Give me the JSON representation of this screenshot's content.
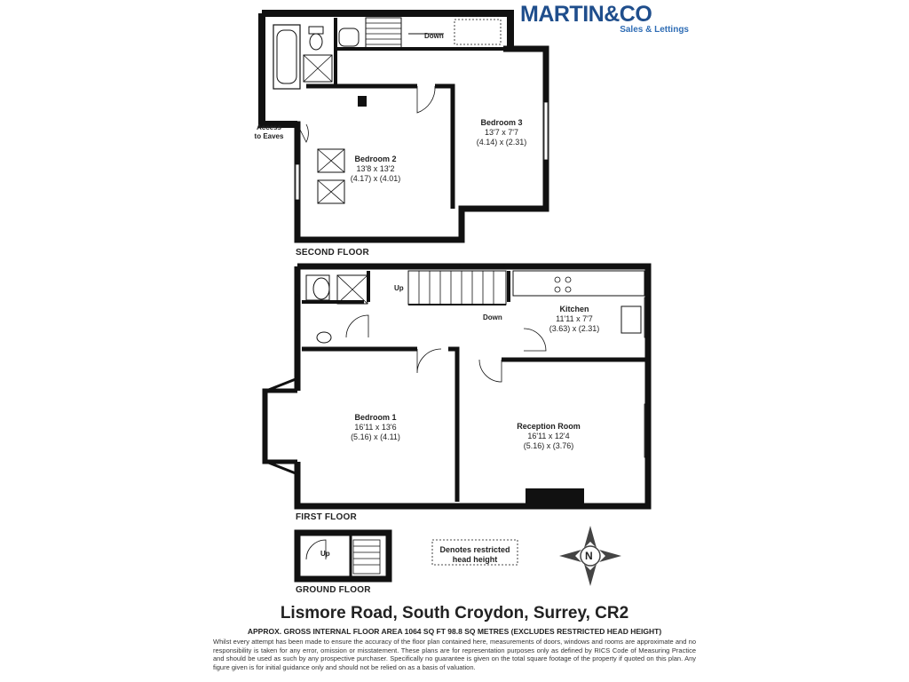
{
  "brand": {
    "name": "MARTIN&CO",
    "tagline": "Sales & Lettings"
  },
  "floors": {
    "second": "SECOND FLOOR",
    "first": "FIRST FLOOR",
    "ground": "GROUND FLOOR"
  },
  "rooms": {
    "bedroom2": {
      "name": "Bedroom 2",
      "imperial": "13'8 x 13'2",
      "metric": "(4.17) x (4.01)"
    },
    "bedroom3": {
      "name": "Bedroom 3",
      "imperial": "13'7 x 7'7",
      "metric": "(4.14) x (2.31)"
    },
    "kitchen": {
      "name": "Kitchen",
      "imperial": "11'11 x 7'7",
      "metric": "(3.63) x (2.31)"
    },
    "bedroom1": {
      "name": "Bedroom 1",
      "imperial": "16'11 x 13'6",
      "metric": "(5.16) x (4.11)"
    },
    "reception": {
      "name": "Reception Room",
      "imperial": "16'11 x 12'4",
      "metric": "(5.16) x (3.76)"
    }
  },
  "labels": {
    "access_line1": "Access",
    "access_line2": "to Eaves",
    "down_second": "Down",
    "up_first": "Up",
    "down_first": "Down",
    "up_ground": "Up",
    "restricted_line1": "Denotes restricted",
    "restricted_line2": "head height",
    "compass_n": "N"
  },
  "address": "Lismore Road, South Croydon, Surrey, CR2",
  "area": "APPROX. GROSS INTERNAL FLOOR AREA 1064 SQ FT 98.8 SQ METRES (EXCLUDES RESTRICTED HEAD HEIGHT)",
  "disclaimer": "Whilst every attempt has been made to ensure the accuracy of the floor plan contained here, measurements of doors, windows and rooms are approximate and no responsibility is taken for any error, omission or misstatement. These plans are for representation purposes only as defined by RICS Code of Measuring Practice and should be used as such by any prospective purchaser. Specifically no guarantee is given on the total square footage of the property if quoted on this plan. Any figure given is for initial guidance only and should not be relied on as a basis of valuation.",
  "colors": {
    "wall": "#111111",
    "brand": "#1f4e8c",
    "brand_sub": "#2f6db5",
    "fixture": "#666666"
  }
}
